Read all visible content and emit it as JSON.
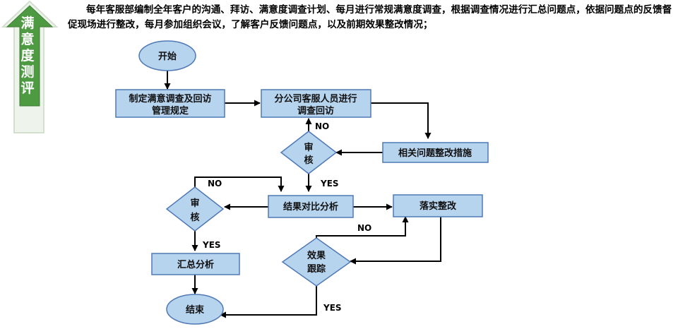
{
  "side_tab": {
    "chars": [
      "满",
      "意",
      "度",
      "测",
      "评"
    ],
    "colors": {
      "fill": "#4e9a43",
      "border": "#c7d9c0"
    }
  },
  "intro_text": "每年客服部编制全年客户的沟通、拜访、满意度调查计划、每月进行常规满意度调查，根据调查情况进行汇总问题点，依据问题点的反馈督促现场进行整改，每月参加组织会议，了解客户反馈问题点，以及前期效果整改情况；",
  "flow": {
    "start": "开始",
    "step_rules": [
      "制定满意调查及回访",
      "管理规定"
    ],
    "step_branch": [
      "分公司客服人员进行",
      "调查回访"
    ],
    "step_measures": "相关问题整改措施",
    "review_1": [
      "审",
      "核"
    ],
    "step_compare": "结果对比分析",
    "review_2": [
      "审",
      "核"
    ],
    "step_rectify": "落实整改",
    "step_summary": "汇总分析",
    "track": [
      "效果",
      "跟踪"
    ],
    "end": "结束",
    "labels": {
      "review1_no": "NO",
      "review1_yes": "YES",
      "review2_no": "NO",
      "review2_yes": "YES",
      "track_no": "NO",
      "track_yes": "YES"
    }
  },
  "colors": {
    "node_fill": "#b7d4ef",
    "node_border": "#4f79b5",
    "arrow": "#000000"
  }
}
